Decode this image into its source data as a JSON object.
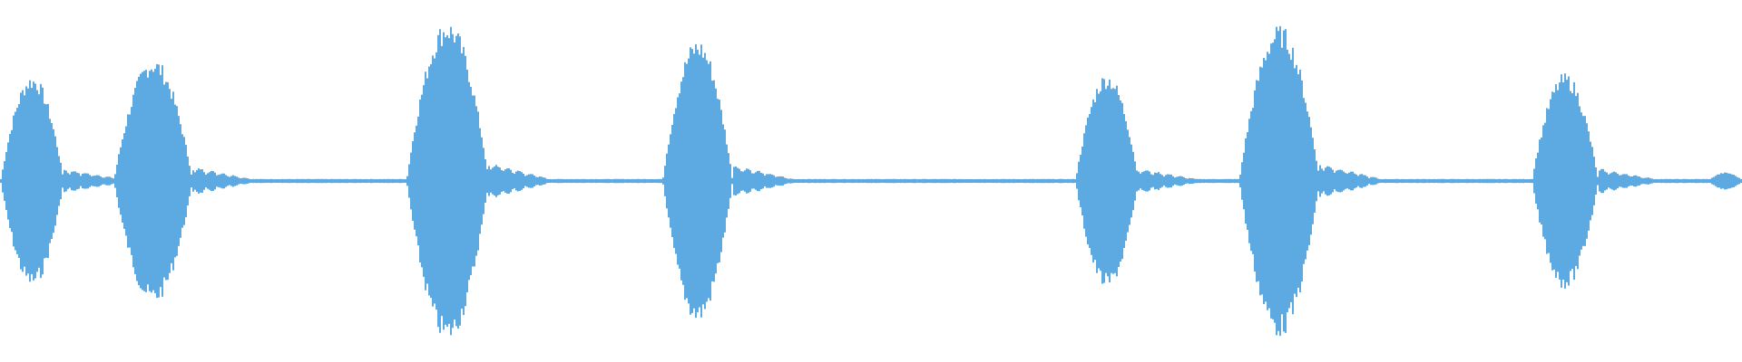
{
  "waveform": {
    "color": "#5DA9E2",
    "background": "#FFFFFF",
    "segments": [
      {
        "start": 0.0,
        "end": 0.036,
        "amplitude": 0.62
      },
      {
        "start": 0.065,
        "end": 0.11,
        "amplitude": 0.72
      },
      {
        "start": 0.233,
        "end": 0.28,
        "amplitude": 0.94
      },
      {
        "start": 0.38,
        "end": 0.42,
        "amplitude": 0.83
      },
      {
        "start": 0.617,
        "end": 0.653,
        "amplitude": 0.63
      },
      {
        "start": 0.711,
        "end": 0.757,
        "amplitude": 0.91
      },
      {
        "start": 0.879,
        "end": 0.917,
        "amplitude": 0.63
      },
      {
        "start": 0.98,
        "end": 1.0,
        "amplitude": 0.05
      }
    ]
  }
}
